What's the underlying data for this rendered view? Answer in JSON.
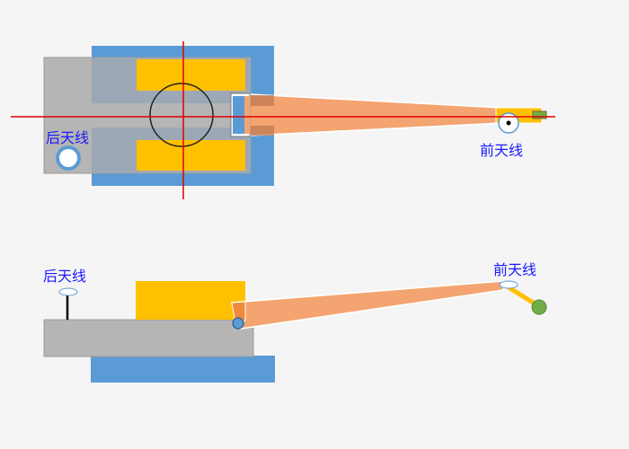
{
  "labels": {
    "top_rear_antenna": "后天线",
    "top_front_antenna": "前天线",
    "side_rear_antenna": "后天线",
    "side_front_antenna": "前天线"
  },
  "colors": {
    "background": "#f5f5f5",
    "blue": "#5b9bd5",
    "gray": "#b5b5b5",
    "gray_dark": "#9aa6b6",
    "yellow": "#ffc000",
    "orange": "#f4a470",
    "red_crosshair": "#e00000",
    "label_text": "#1a1aff",
    "green": "#70ad47"
  }
}
